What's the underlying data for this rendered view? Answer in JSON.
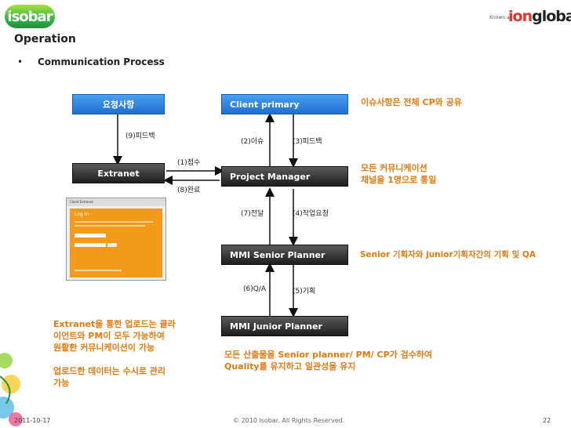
{
  "header": {
    "logo": "isobar",
    "known_as": "Known as",
    "brand_a": "ion",
    "brand_b": "global"
  },
  "title": "Operation",
  "bullet_symbol": "•",
  "subtitle": "Communication Process",
  "boxes": {
    "request": "요청사항",
    "extranet": "Extranet",
    "client": "Client primary",
    "pm": "Project Manager",
    "senior": "MMI Senior Planner",
    "junior": "MMI Junior Planner"
  },
  "labels": {
    "feedback9": "(9)피드백",
    "receive1": "(1)접수",
    "complete8": "(8)완료",
    "issue2": "(2)이슈",
    "feedback3": "(3)피드백",
    "deliver7": "(7)전달",
    "request4": "(4)작업요청",
    "qa6": "(6)Q/A",
    "plan5": "(5)기획"
  },
  "notes": {
    "issue_share": "이슈사항은 전체 CP와 공유",
    "single_channel": [
      "모든 커뮤니케이션",
      "채널을 1명으로 통일"
    ],
    "senior_qa": "Senior 기획자와 junior기획자간의 기획 및 QA",
    "extranet_upload": [
      "Extranet을 통한 업로드는 클라",
      "이언트와 PM이 모두 가능하여",
      "원활한 커뮤니케이션이 가능"
    ],
    "data_manage": [
      "업로드한 데이터는 수시로 관리",
      "가능"
    ],
    "review": [
      "모든 산출물을 Senior planner/ PM/ CP가 검수하여",
      "Quality를 유지하고 일관성을 유지"
    ]
  },
  "extranet_screen": {
    "header": "Client Extranet",
    "login_heading": "Log In"
  },
  "footer": {
    "date": "2011-10-17",
    "copyright": "© 2010 isobar. All Rights Reserved.",
    "page": "22"
  },
  "colors": {
    "accent_orange": "#e07a12",
    "box_blue": "#1f6fd0",
    "box_dark": "#1e1e1e",
    "screen_orange": "#f39a1b"
  },
  "icons": {
    "decoration": "colorful-floral-decoration"
  }
}
